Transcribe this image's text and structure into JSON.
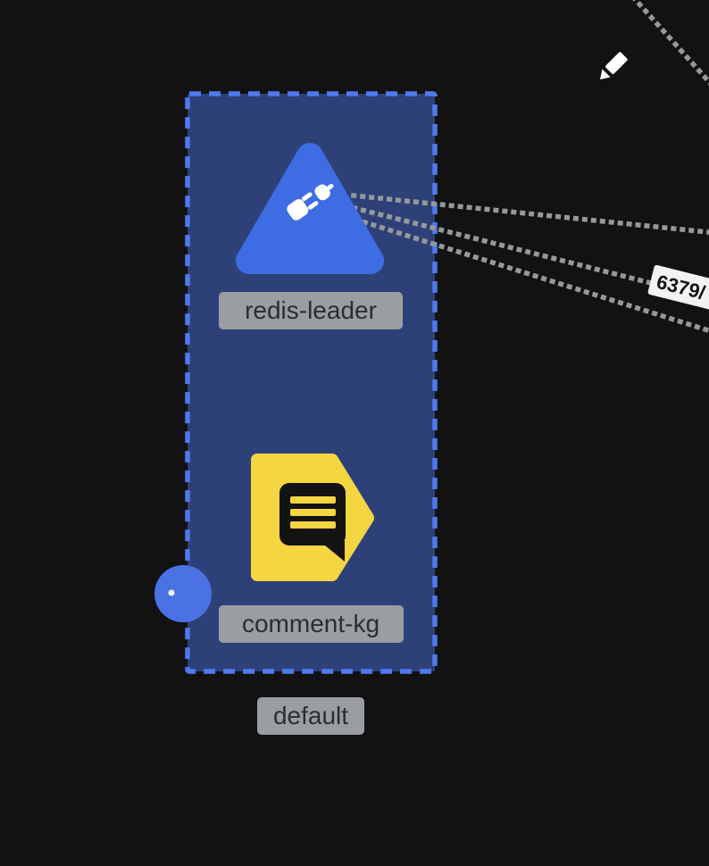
{
  "canvas": {
    "background": "#121213"
  },
  "namespace": {
    "label": "default",
    "fill": "#2d4178",
    "border": "#4f79ec"
  },
  "nodes": [
    {
      "label": "redis-leader",
      "icon": "plug-icon",
      "color": "#3e6ce2"
    },
    {
      "label": "comment-kg",
      "icon": "comment-icon",
      "color": "#f4d542"
    }
  ],
  "edges": {
    "port_label": "6379/",
    "color": "#96989a"
  },
  "controls": {
    "edit_icon": "pencil-icon",
    "connector_color": "#4a72e3"
  }
}
